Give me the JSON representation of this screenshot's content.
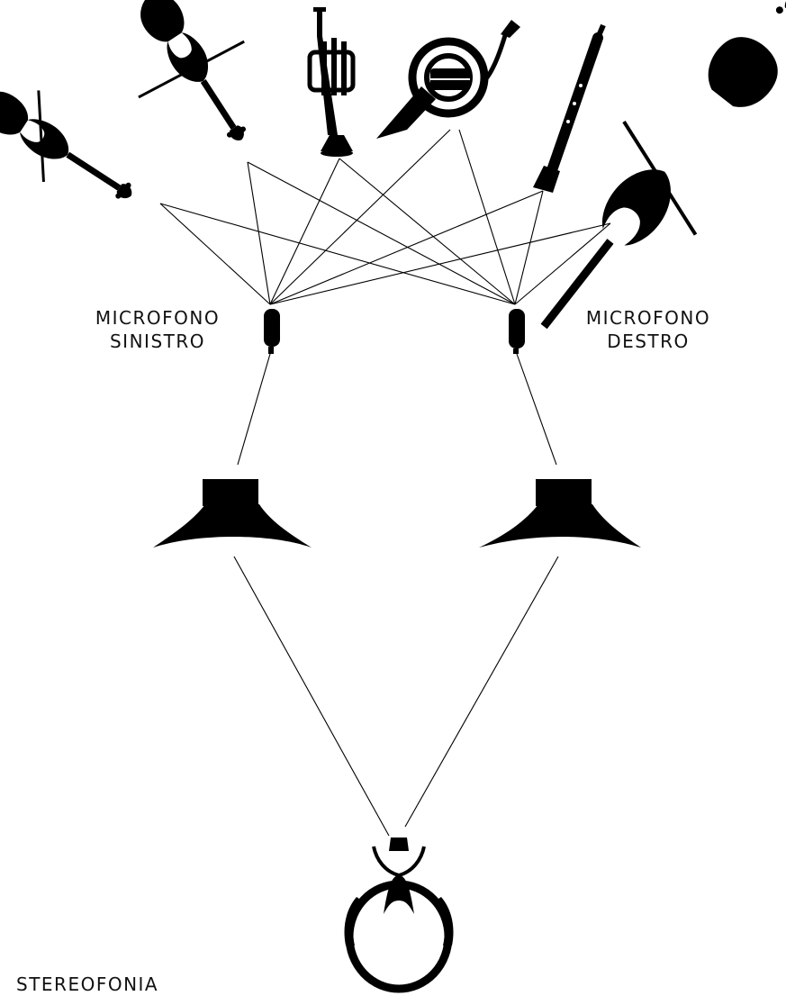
{
  "labels": {
    "left_microphone": [
      "MICROFONO",
      "SINISTRO"
    ],
    "right_microphone": [
      "MICROFONO",
      "DESTRO"
    ],
    "caption": "STEREOFONIA"
  },
  "instruments": [
    "violin-icon",
    "viola-icon",
    "trumpet-icon",
    "french-horn-icon",
    "clarinet-icon",
    "cello-icon"
  ],
  "colors": {
    "ink": "#000000",
    "background": "#ffffff"
  }
}
